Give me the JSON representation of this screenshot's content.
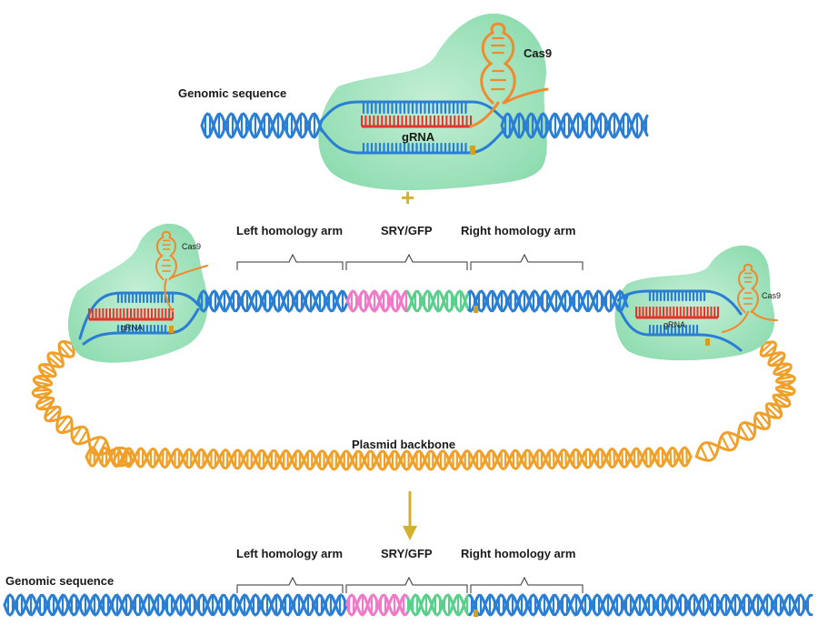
{
  "labels": {
    "genomic_sequence_top": "Genomic sequence",
    "cas9_top": "Cas9",
    "grna_top": "gRNA",
    "plus": "+",
    "left_arm": "Left homology arm",
    "sry_gfp": "SRY/GFP",
    "right_arm": "Right homology arm",
    "cas9_left": "Cas9",
    "grna_left": "gRNA",
    "cas9_right": "Cas9",
    "grna_right": "gRNA",
    "plasmid_backbone": "Plasmid backbone",
    "left_arm_bottom": "Left homology arm",
    "sry_gfp_bottom": "SRY/GFP",
    "right_arm_bottom": "Right homology arm",
    "genomic_sequence_bottom": "Genomic sequence"
  },
  "colors": {
    "dna_blue": "#2a7fd4",
    "plasmid_orange": "#f0a028",
    "sry_pink": "#f07ac8",
    "gfp_green": "#5ad08c",
    "cas9_protein": "#a8e2c0",
    "cas9_rna": "#f08a30",
    "grna_red": "#e8332a",
    "pam_gold": "#d4a01a",
    "arrow_gold": "#d4b030"
  }
}
